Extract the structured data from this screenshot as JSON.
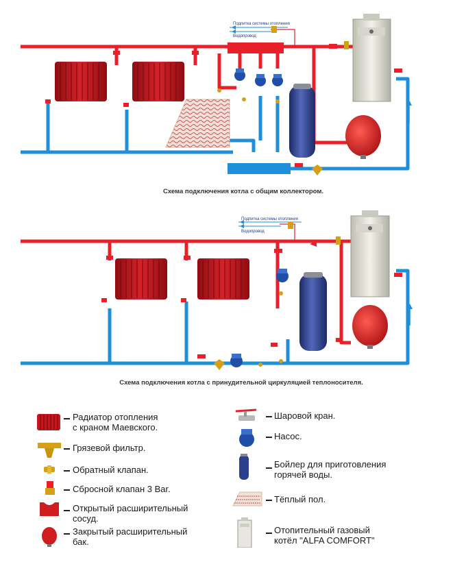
{
  "diagram1": {
    "caption": "Схема подключения котла с общим коллектором.",
    "feed_label": "Подпитка системы отопления",
    "water_label": "Водопровод"
  },
  "diagram2": {
    "caption": "Схема подключения котла с принудительной циркуляцией теплоносителя.",
    "feed_label": "Подпитка системы отопления",
    "water_label": "Водопровод"
  },
  "legend": {
    "radiator": [
      "Радиатор отопления",
      "с краном Маевского."
    ],
    "filter": "Грязевой фильтр.",
    "check_valve": "Обратный клапан.",
    "relief_valve": "Сбросной клапан 3 Bar.",
    "open_tank": [
      "Открытый расширительный",
      "сосуд."
    ],
    "closed_tank": [
      "Закрытый расширительный",
      "бак."
    ],
    "ball_valve": "Шаровой кран.",
    "pump": "Насос.",
    "boiler": [
      "Бойлер для приготовления",
      "горячей воды."
    ],
    "floor": "Тёплый пол.",
    "gas_boiler": [
      "Отопительный газовый",
      "котёл \"ALFA COMFORT\""
    ]
  },
  "colors": {
    "supply": "#e8202a",
    "return": "#1e8fd8",
    "radiator": "#c4161c",
    "tank": "#d01e1e",
    "boiler_tank": "#2c3f8c",
    "pump": "#1f4fa8",
    "brass": "#d4a017"
  }
}
